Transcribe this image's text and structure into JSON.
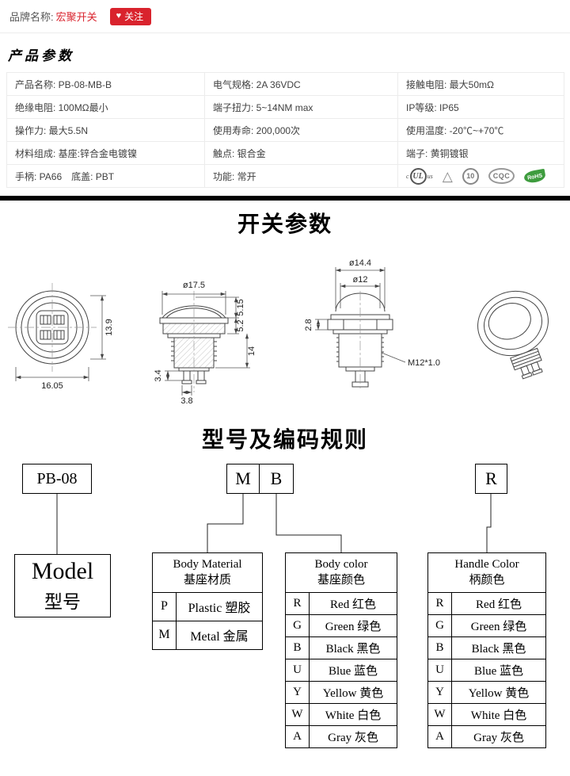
{
  "topbar": {
    "brand_label": "品牌名称:",
    "brand_name": "宏聚开关",
    "follow_label": "关注",
    "heart_icon": "♥",
    "accent_color": "#d9232d"
  },
  "sections": {
    "product_params": "产品参数",
    "switch_params": "开关参数",
    "coding_rules": "型号及编码规则"
  },
  "params": {
    "rows": [
      {
        "c1": "产品名称: PB-08-MB-B",
        "c2": "电气规格: 2A 36VDC",
        "c3": "接触电阻: 最大50mΩ"
      },
      {
        "c1": "绝缘电阻: 100MΩ最小",
        "c2": "端子扭力: 5~14NM max",
        "c3": "IP等级: IP65"
      },
      {
        "c1": "操作力: 最大5.5N",
        "c2": "使用寿命: 200,000次",
        "c3": "使用温度: -20℃~+70℃"
      },
      {
        "c1": "材料组成: 基座:锌合金电镀镍",
        "c2": "触点: 银合金",
        "c3": "端子: 黄铜镀银"
      },
      {
        "c1": "手柄: PA66　底盖: PBT",
        "c2": "功能: 常开"
      }
    ],
    "certifications": [
      {
        "prefix": "c",
        "text": "UL",
        "suffix": "us"
      },
      {
        "text": "△"
      },
      {
        "text": "10"
      },
      {
        "text": "CQC"
      },
      {
        "text": "RoHS"
      }
    ]
  },
  "drawings": {
    "front_view": {
      "width": "16.05",
      "height": "13.9"
    },
    "section_view": {
      "top_dia": "ø17.5",
      "dome_h": "5.15",
      "collar_h": "5.2",
      "thread_len": "14",
      "screw_h": "3.4",
      "screw_w": "3.8"
    },
    "side_view": {
      "outer_dia": "ø14.4",
      "inner_dia": "ø12",
      "nut_h": "2.8",
      "thread": "M12*1.0"
    }
  },
  "coding": {
    "model_code": "PB-08",
    "code_m": "M",
    "code_b": "B",
    "code_r": "R",
    "model_box": {
      "en": "Model",
      "cn": "型号"
    },
    "body_material": {
      "title_en": "Body  Material",
      "title_cn": "基座材质",
      "rows": [
        {
          "code": "P",
          "desc": "Plastic 塑胶"
        },
        {
          "code": "M",
          "desc": "Metal 金属"
        }
      ]
    },
    "body_color": {
      "title_en": "Body color",
      "title_cn": "基座颜色",
      "rows": [
        {
          "code": "R",
          "desc": "Red 红色"
        },
        {
          "code": "G",
          "desc": "Green 绿色"
        },
        {
          "code": "B",
          "desc": "Black 黑色"
        },
        {
          "code": "U",
          "desc": "Blue 蓝色"
        },
        {
          "code": "Y",
          "desc": "Yellow 黄色"
        },
        {
          "code": "W",
          "desc": "White 白色"
        },
        {
          "code": "A",
          "desc": "Gray 灰色"
        }
      ]
    },
    "handle_color": {
      "title_en": "Handle Color",
      "title_cn": "柄颜色",
      "rows": [
        {
          "code": "R",
          "desc": "Red 红色"
        },
        {
          "code": "G",
          "desc": "Green 绿色"
        },
        {
          "code": "B",
          "desc": "Black 黑色"
        },
        {
          "code": "U",
          "desc": "Blue 蓝色"
        },
        {
          "code": "Y",
          "desc": "Yellow 黄色"
        },
        {
          "code": "W",
          "desc": "White 白色"
        },
        {
          "code": "A",
          "desc": "Gray 灰色"
        }
      ]
    }
  }
}
